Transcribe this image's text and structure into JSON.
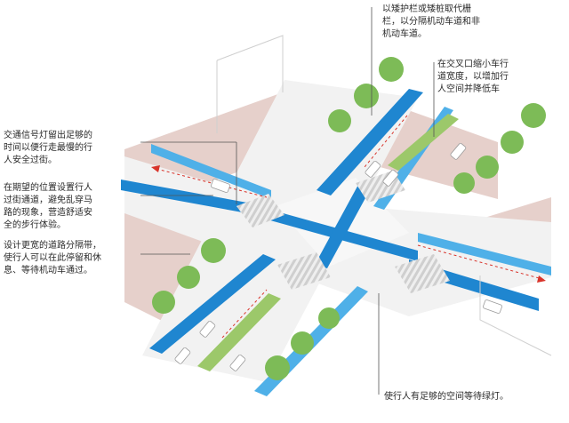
{
  "annotations": {
    "barrier": "以矮护栏或矮桩取代栅\n栏，以分隔机动车道和非\n机动车道。",
    "corner": "在交叉口缩小车行\n道宽度，以增加行\n人空间并降低车",
    "signal": "交通信号灯留出足够的\n时间以便行走最慢的行\n人安全过街。",
    "crossing": "在期望的位置设置行人\n过街通道，避免乱穿马\n路的现象，营造舒适安\n全的步行体验。",
    "median": "设计更宽的道路分隔带，\n使行人可以在此停留和休\n息、等待机动车通过。",
    "waiting": "使行人有足够的空间等待绿灯。"
  },
  "colors": {
    "sidewalk": "#e6d0cb",
    "road": "#f2f2f2",
    "bike_lane": "#1f86d0",
    "bike_lane_light": "#4fb0e8",
    "tree": "#7dbb57",
    "median": "#9cc86a",
    "arrow": "#d9342b",
    "leader": "#555555"
  }
}
